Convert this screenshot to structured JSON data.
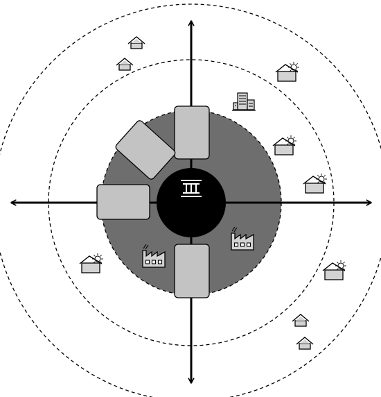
{
  "diagram": {
    "colors": {
      "background": "#ffffff",
      "outline": "#000000",
      "inner_zone": "#6e6e6e",
      "block": "#c3c3c3",
      "core": "#000000",
      "core_icon": "#ffffff",
      "icon_fill": "#d3d3d3",
      "sun": "#ffffff"
    },
    "center": {
      "icon": "bank-icon"
    },
    "rings": [
      {
        "name": "outer-ring",
        "style": "dashed"
      },
      {
        "name": "middle-ring",
        "style": "dashed"
      },
      {
        "name": "inner-zone",
        "style": "dashed",
        "filled": true
      }
    ],
    "axes": [
      {
        "direction": "up"
      },
      {
        "direction": "down"
      },
      {
        "direction": "left"
      },
      {
        "direction": "right"
      }
    ],
    "blocks": [
      {
        "position": "north"
      },
      {
        "position": "north-west"
      },
      {
        "position": "west"
      },
      {
        "position": "south"
      }
    ],
    "icons": [
      {
        "type": "house-icon",
        "zone": "outer"
      },
      {
        "type": "house-icon",
        "zone": "outer"
      },
      {
        "type": "house-sun-icon",
        "zone": "middle"
      },
      {
        "type": "office-building-icon",
        "zone": "middle"
      },
      {
        "type": "house-sun-icon",
        "zone": "middle"
      },
      {
        "type": "house-sun-icon",
        "zone": "middle"
      },
      {
        "type": "house-sun-icon",
        "zone": "middle"
      },
      {
        "type": "house-sun-icon",
        "zone": "outer"
      },
      {
        "type": "factory-icon",
        "zone": "inner"
      },
      {
        "type": "factory-icon",
        "zone": "inner"
      },
      {
        "type": "house-icon",
        "zone": "outer"
      },
      {
        "type": "house-icon",
        "zone": "outer"
      }
    ]
  }
}
